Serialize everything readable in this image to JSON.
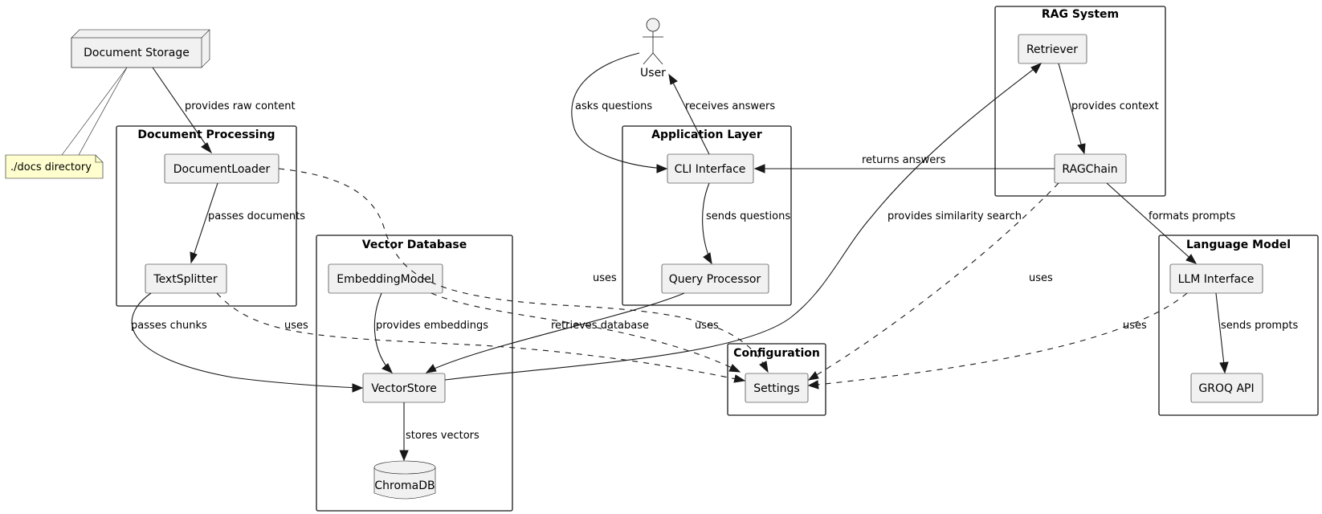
{
  "nodes": {
    "document_storage": "Document Storage",
    "docs_note": "./docs directory",
    "user": "User",
    "document_loader": "DocumentLoader",
    "text_splitter": "TextSplitter",
    "embedding_model": "EmbeddingModel",
    "vector_store": "VectorStore",
    "chromadb": "ChromaDB",
    "cli_interface": "CLI Interface",
    "query_processor": "Query Processor",
    "settings": "Settings",
    "retriever": "Retriever",
    "rag_chain": "RAGChain",
    "llm_interface": "LLM Interface",
    "groq_api": "GROQ API"
  },
  "packages": {
    "document_processing": "Document Processing",
    "vector_database": "Vector Database",
    "application_layer": "Application Layer",
    "configuration": "Configuration",
    "rag_system": "RAG System",
    "language_model": "Language Model"
  },
  "edges": {
    "provides_raw_content": "provides raw content",
    "passes_documents": "passes documents",
    "passes_chunks": "passes chunks",
    "provides_embeddings": "provides embeddings",
    "stores_vectors": "stores vectors",
    "asks_questions": "asks questions",
    "receives_answers": "receives answers",
    "sends_questions": "sends questions",
    "retrieves_database": "retrieves database",
    "provides_similarity_search": "provides similarity search",
    "provides_context": "provides context",
    "returns_answers": "returns answers",
    "formats_prompts": "formats prompts",
    "sends_prompts": "sends prompts",
    "uses_loader": "uses",
    "uses_splitter": "uses",
    "uses_embedding": "uses",
    "uses_ragchain": "uses",
    "uses_llm": "uses"
  }
}
